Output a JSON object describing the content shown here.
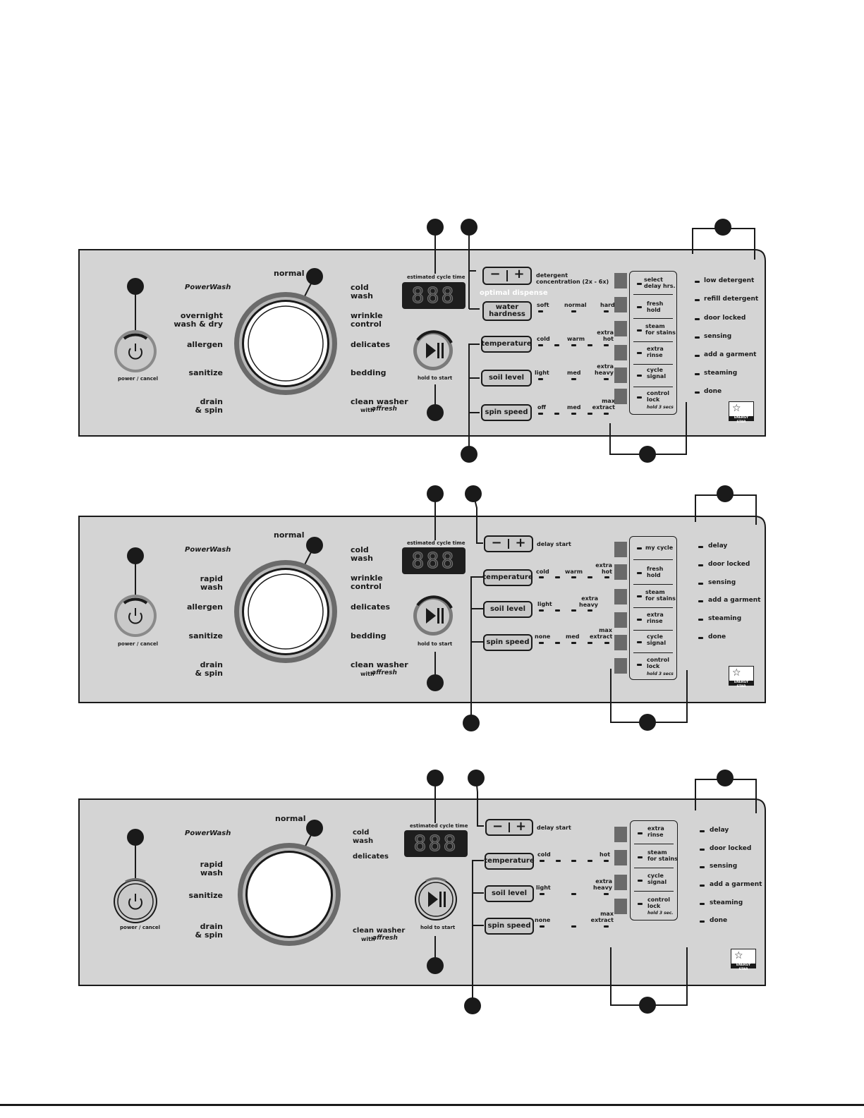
{
  "common": {
    "brand": "PowerWash",
    "cycle_time_label": "estimated cycle time",
    "display_text": "888",
    "power_label": "power / cancel",
    "start_label": "hold to start",
    "energy_star": "ENERGY STAR",
    "temperature_label": "temperature",
    "soil_label": "soil level",
    "spin_label": "spin speed",
    "normal": "normal",
    "affresh": "affresh",
    "with": "with"
  },
  "panels": [
    {
      "id": "panel-1",
      "cycles_left": [
        "overnight\nwash & dry",
        "allergen",
        "sanitize",
        "drain\n& spin"
      ],
      "cycles_right": [
        "cold\nwash",
        "wrinkle\ncontrol",
        "delicates",
        "bedding",
        "clean washer"
      ],
      "dispense_label": "detergent\nconcentration (2x - 6x)",
      "optimal_dispense": "optimal dispense",
      "water_hardness": "water\nhardness",
      "hardness_levels": [
        "soft",
        "normal",
        "hard"
      ],
      "temp_levels": [
        "cold",
        "warm",
        "extra\nhot"
      ],
      "soil_levels": [
        "light",
        "med",
        "extra\nheavy"
      ],
      "spin_levels": [
        "off",
        "med",
        "max\nextract"
      ],
      "options": [
        "select\ndelay hrs.",
        "fresh\nhold",
        "steam\nfor stains",
        "extra\nrinse",
        "cycle\nsignal",
        "control\nlock"
      ],
      "hold_note": "hold 3 secs",
      "status": [
        "low detergent",
        "refill detergent",
        "door locked",
        "sensing",
        "add a garment",
        "steaming",
        "done"
      ]
    },
    {
      "id": "panel-2",
      "cycles_left": [
        "rapid\nwash",
        "allergen",
        "sanitize",
        "drain\n& spin"
      ],
      "cycles_right": [
        "cold\nwash",
        "wrinkle\ncontrol",
        "delicates",
        "bedding",
        "clean washer"
      ],
      "delay_label": "delay start",
      "temp_levels": [
        "cold",
        "warm",
        "extra\nhot"
      ],
      "soil_levels": [
        "light",
        "extra\nheavy"
      ],
      "spin_levels": [
        "none",
        "med",
        "max\nextract"
      ],
      "options": [
        "my cycle",
        "fresh\nhold",
        "steam\nfor stains",
        "extra\nrinse",
        "cycle\nsignal",
        "control\nlock"
      ],
      "hold_note": "hold 3 secs",
      "status": [
        "delay",
        "door locked",
        "sensing",
        "add a garment",
        "steaming",
        "done"
      ]
    },
    {
      "id": "panel-3",
      "cycles_left": [
        "rapid\nwash",
        "sanitize",
        "drain\n& spin"
      ],
      "cycles_right": [
        "cold\nwash",
        "delicates",
        "clean washer"
      ],
      "delay_label": "delay start",
      "temp_levels": [
        "cold",
        "hot"
      ],
      "soil_levels": [
        "light",
        "extra\nheavy"
      ],
      "spin_levels": [
        "none",
        "max\nextract"
      ],
      "options": [
        "extra\nrinse",
        "steam\nfor stains",
        "cycle\nsignal",
        "control\nlock"
      ],
      "hold_note": "hold 3 sec.",
      "status": [
        "delay",
        "door locked",
        "sensing",
        "add a garment",
        "steaming",
        "done"
      ]
    }
  ]
}
